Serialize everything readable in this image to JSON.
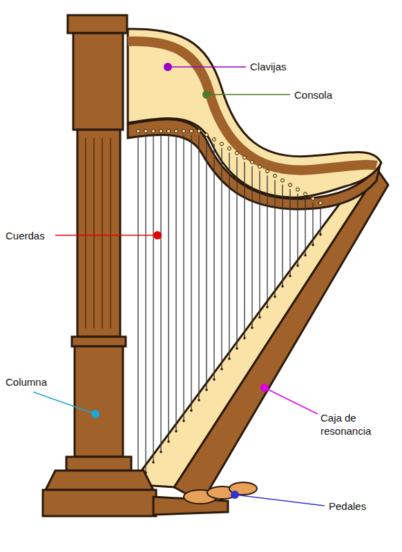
{
  "diagram": {
    "labels": [
      "Clavijas",
      "Consola",
      "Cuerdas",
      "Columna",
      "Caja de resonancia",
      "Pedales"
    ]
  }
}
